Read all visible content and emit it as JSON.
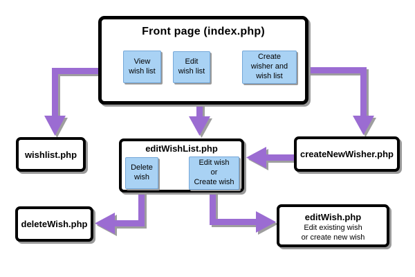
{
  "colors": {
    "arrow": "#9b6cd2",
    "arrow_shadow": "#9e9e9e",
    "button_fill": "#a9d2f4",
    "button_border": "#74a7d8",
    "box_border": "#000000",
    "box_shadow": "#999999",
    "background": "#ffffff"
  },
  "nodes": {
    "front_page": {
      "label": "Front page (index.php)",
      "buttons": [
        "View\nwish list",
        "Edit\nwish list",
        "Create\nwisher and\nwish list"
      ]
    },
    "wishlist": {
      "label": "wishlist.php"
    },
    "edit_wish_list": {
      "label": "editWishList.php",
      "buttons": [
        "Delete\nwish",
        "Edit wish\nor\nCreate wish"
      ]
    },
    "create_new_wisher": {
      "label": "createNewWisher.php"
    },
    "delete_wish": {
      "label": "deleteWish.php"
    },
    "edit_wish": {
      "label": "editWish.php",
      "description": "Edit existing wish\nor create new wish"
    }
  },
  "edges": [
    {
      "from": "front_page",
      "to": "wishlist"
    },
    {
      "from": "front_page",
      "to": "edit_wish_list"
    },
    {
      "from": "front_page",
      "to": "create_new_wisher"
    },
    {
      "from": "create_new_wisher",
      "to": "edit_wish_list"
    },
    {
      "from": "edit_wish_list",
      "to": "delete_wish"
    },
    {
      "from": "edit_wish_list",
      "to": "edit_wish"
    }
  ]
}
